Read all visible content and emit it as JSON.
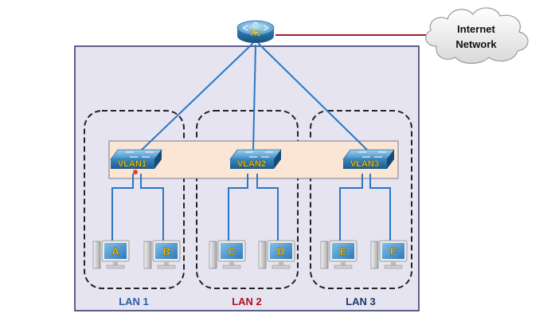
{
  "colors": {
    "outer_fill": "#e6e4f1",
    "outer_stroke": "#2f2f66",
    "band_fill": "#fbe6d6",
    "link": "#2a77c4",
    "internet_link": "#a31c2a",
    "lan1": "#2a5fa8",
    "lan2": "#b3112a",
    "lan3": "#1e3a6e",
    "device_label": "#f2cc1b"
  },
  "router": {
    "label": "R1",
    "icon": "router-icon"
  },
  "cloud": {
    "line1": "Internet",
    "line2": "Network",
    "icon": "cloud-icon"
  },
  "switches": [
    {
      "label": "VLAN1",
      "icon": "switch-icon"
    },
    {
      "label": "VLAN2",
      "icon": "switch-icon"
    },
    {
      "label": "VLAN3",
      "icon": "switch-icon"
    }
  ],
  "pcs": [
    {
      "label": "A",
      "icon": "computer-icon"
    },
    {
      "label": "B",
      "icon": "computer-icon"
    },
    {
      "label": "C",
      "icon": "computer-icon"
    },
    {
      "label": "D",
      "icon": "computer-icon"
    },
    {
      "label": "E",
      "icon": "computer-icon"
    },
    {
      "label": "F",
      "icon": "computer-icon"
    }
  ],
  "lans": [
    {
      "label": "LAN 1"
    },
    {
      "label": "LAN 2"
    },
    {
      "label": "LAN 3"
    }
  ]
}
